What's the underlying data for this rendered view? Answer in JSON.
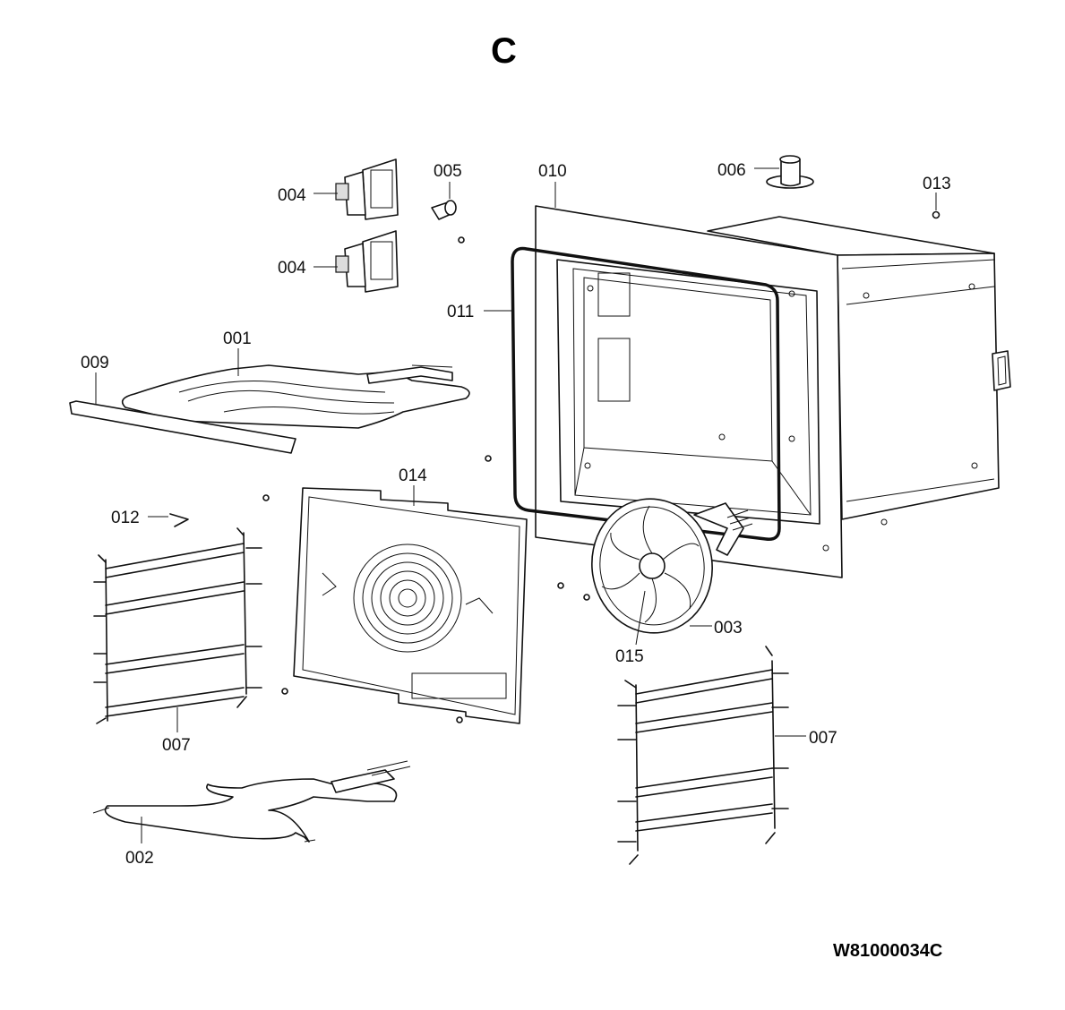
{
  "diagram": {
    "title": "C",
    "drawing_code": "W81000034C",
    "part_labels": {
      "p001": "001",
      "p002": "002",
      "p003": "003",
      "p004a": "004",
      "p004b": "004",
      "p005": "005",
      "p006": "006",
      "p007a": "007",
      "p007b": "007",
      "p009": "009",
      "p010": "010",
      "p011": "011",
      "p012": "012",
      "p013": "013",
      "p014": "014",
      "p015": "015"
    }
  }
}
